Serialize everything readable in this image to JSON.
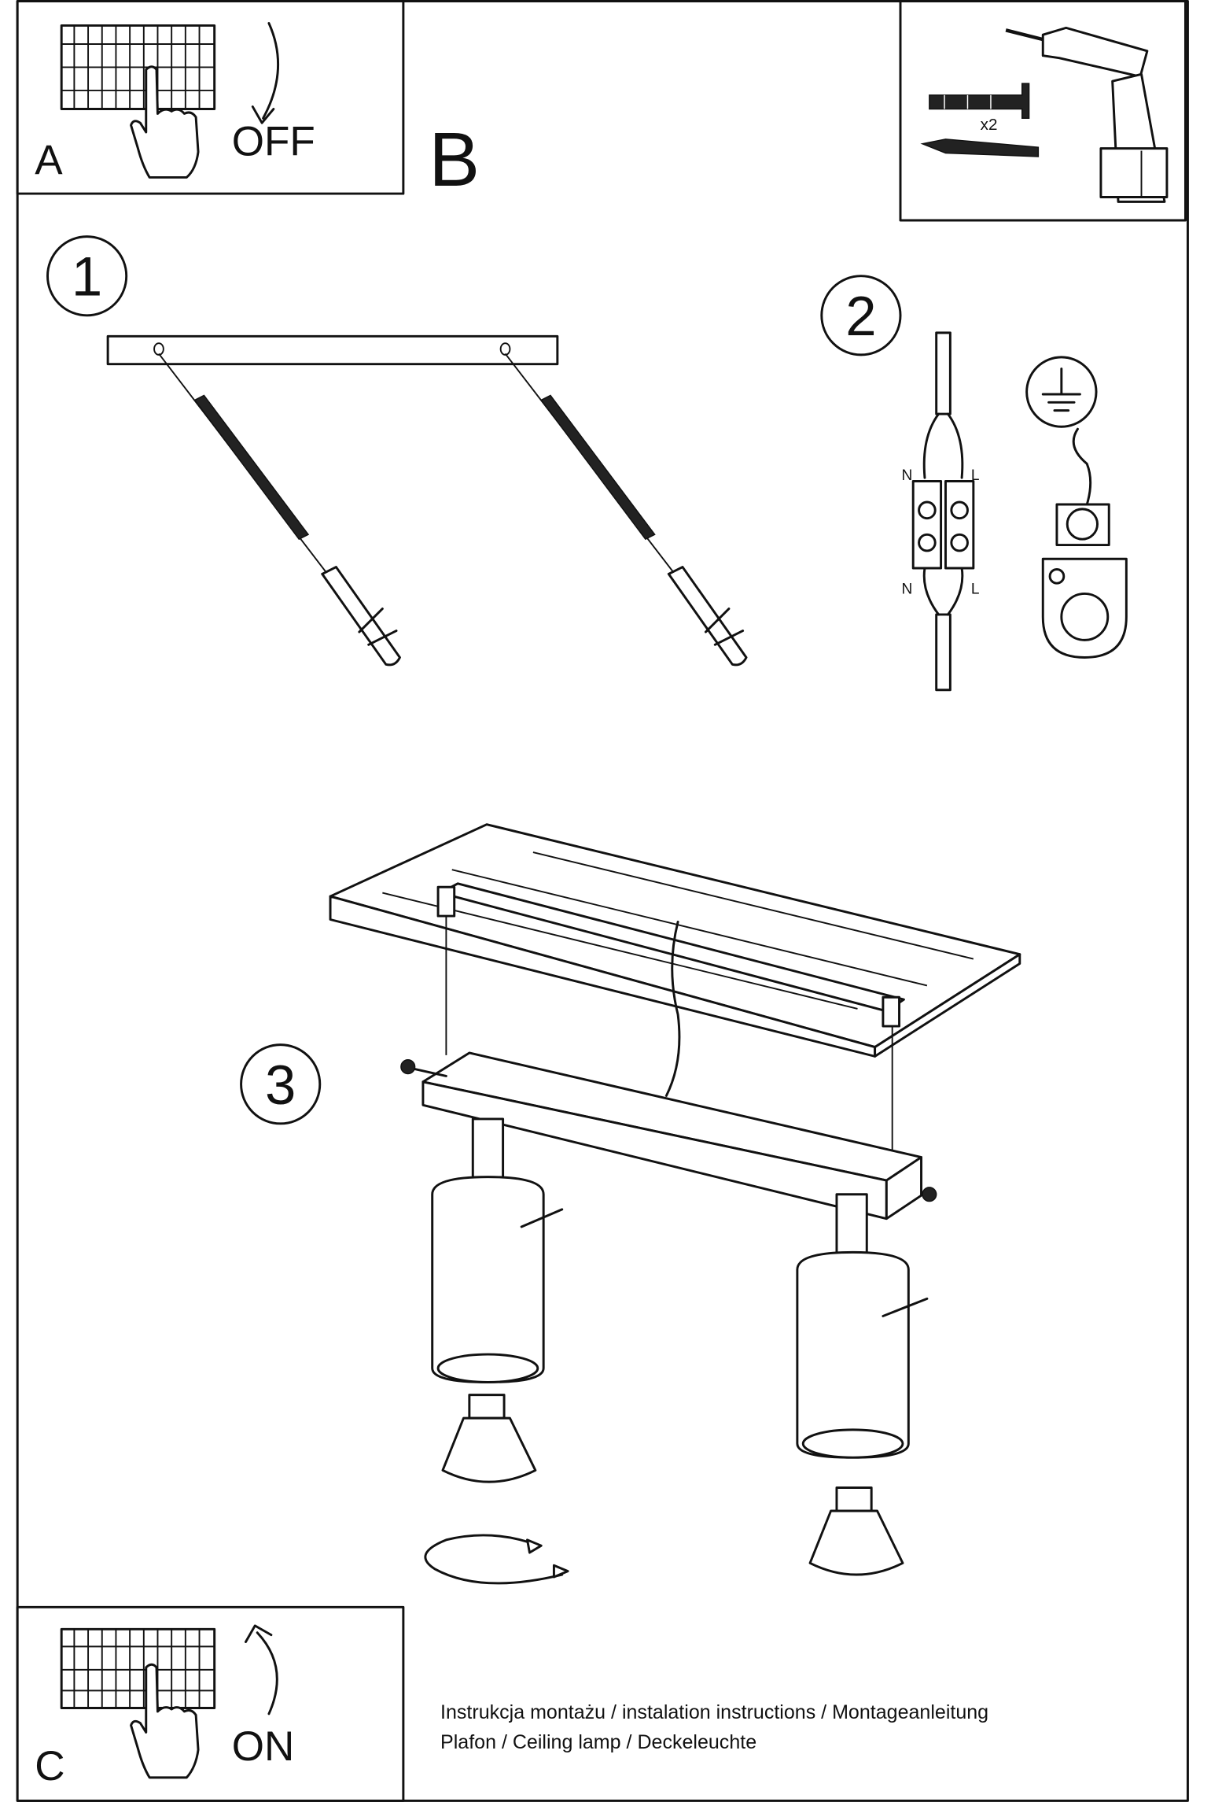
{
  "panels": {
    "a": {
      "letter": "A",
      "action": "OFF"
    },
    "b": {
      "letter": "B"
    },
    "c": {
      "letter": "C",
      "action": "ON"
    }
  },
  "tools": {
    "quantity": "x2"
  },
  "steps": [
    {
      "number": "1"
    },
    {
      "number": "2",
      "wiring_labels": {
        "top_left": "N",
        "top_right": "L",
        "bottom_left": "N",
        "bottom_right": "L"
      }
    },
    {
      "number": "3"
    }
  ],
  "footer": {
    "line1": "Instrukcja montażu / instalation instructions / Montageanleitung",
    "line2": "Plafon / Ceiling lamp / Deckeleuchte"
  }
}
